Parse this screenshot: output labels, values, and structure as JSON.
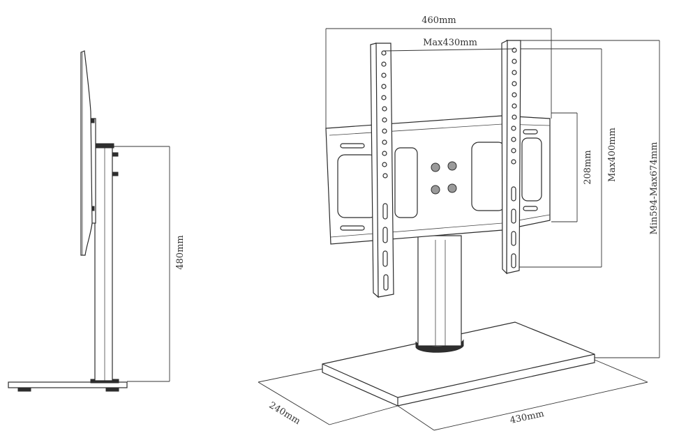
{
  "dimensions": {
    "panel_width": "460mm",
    "max_horizontal": "Max430mm",
    "bracket_height": "208mm",
    "max_vertical": "Max400mm",
    "height_range": "Min594-Max674mm",
    "pole_height": "480mm",
    "base_depth": "240mm",
    "base_width": "430mm"
  },
  "colors": {
    "line": "#2b2b2b",
    "dark": "#2e2e2e",
    "grey": "#9a9a9a"
  }
}
